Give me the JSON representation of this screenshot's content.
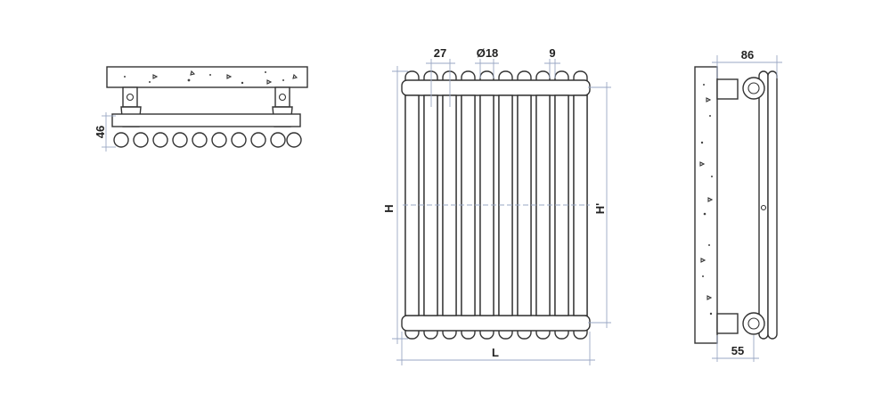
{
  "dimensions": {
    "top_view_depth": "46",
    "column_spacing": "27",
    "tube_diameter": "Ø18",
    "gap": "9",
    "height": "H",
    "connection_height": "H'",
    "length": "L",
    "side_depth": "86",
    "side_wall_offset": "55"
  },
  "colors": {
    "line": "#333333",
    "dimension": "#9aa7c4",
    "background": "#ffffff"
  }
}
